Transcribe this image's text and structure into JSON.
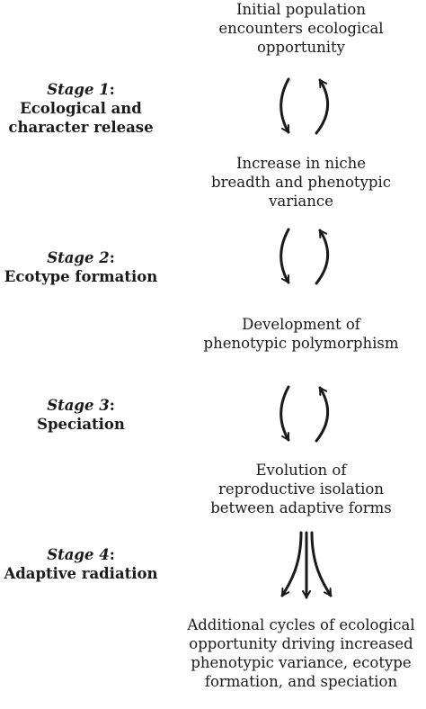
{
  "boxes": [
    [
      "Initial population",
      "encounters ecological",
      "opportunity"
    ],
    [
      "Increase in niche",
      "breadth and phenotypic",
      "variance"
    ],
    [
      "Development of",
      "phenotypic polymorphism"
    ],
    [
      "Evolution of",
      "reproductive isolation",
      "between adaptive forms"
    ],
    [
      "Additional cycles of ecological",
      "opportunity driving increased",
      "phenotypic variance, ecotype",
      "formation, and speciation"
    ]
  ],
  "stages": [
    {
      "word": "Stage",
      "number": "1",
      "colon": ":",
      "lines": [
        "Ecological and",
        "character release"
      ]
    },
    {
      "word": "Stage",
      "number": "2",
      "colon": ":",
      "lines": [
        "Ecotype formation"
      ]
    },
    {
      "word": "Stage",
      "number": "3",
      "colon": ":",
      "lines": [
        "Speciation"
      ]
    },
    {
      "word": "Stage",
      "number": "4",
      "colon": ":",
      "lines": [
        "Adaptive radiation"
      ]
    }
  ]
}
